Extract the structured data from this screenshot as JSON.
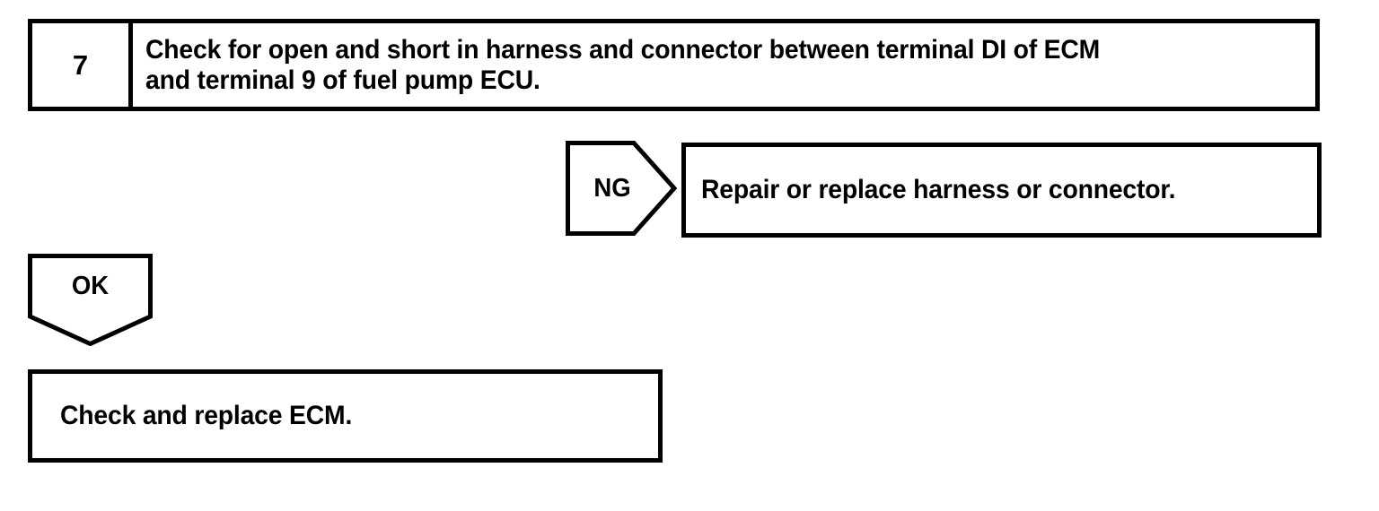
{
  "diagram": {
    "type": "automotive-diagnostic-flowchart",
    "colors": {
      "ink": "#000000",
      "paper": "#ffffff"
    },
    "step": {
      "number": "7",
      "instruction": "Check for open and short in harness and connector between terminal DI of ECM\nand terminal 9 of fuel pump ECU."
    },
    "branches": [
      {
        "label": "NG",
        "shape": "pentagon-right",
        "result": "Repair or replace harness or connector."
      },
      {
        "label": "OK",
        "shape": "pentagon-down",
        "result": "Check and replace ECM."
      }
    ]
  }
}
